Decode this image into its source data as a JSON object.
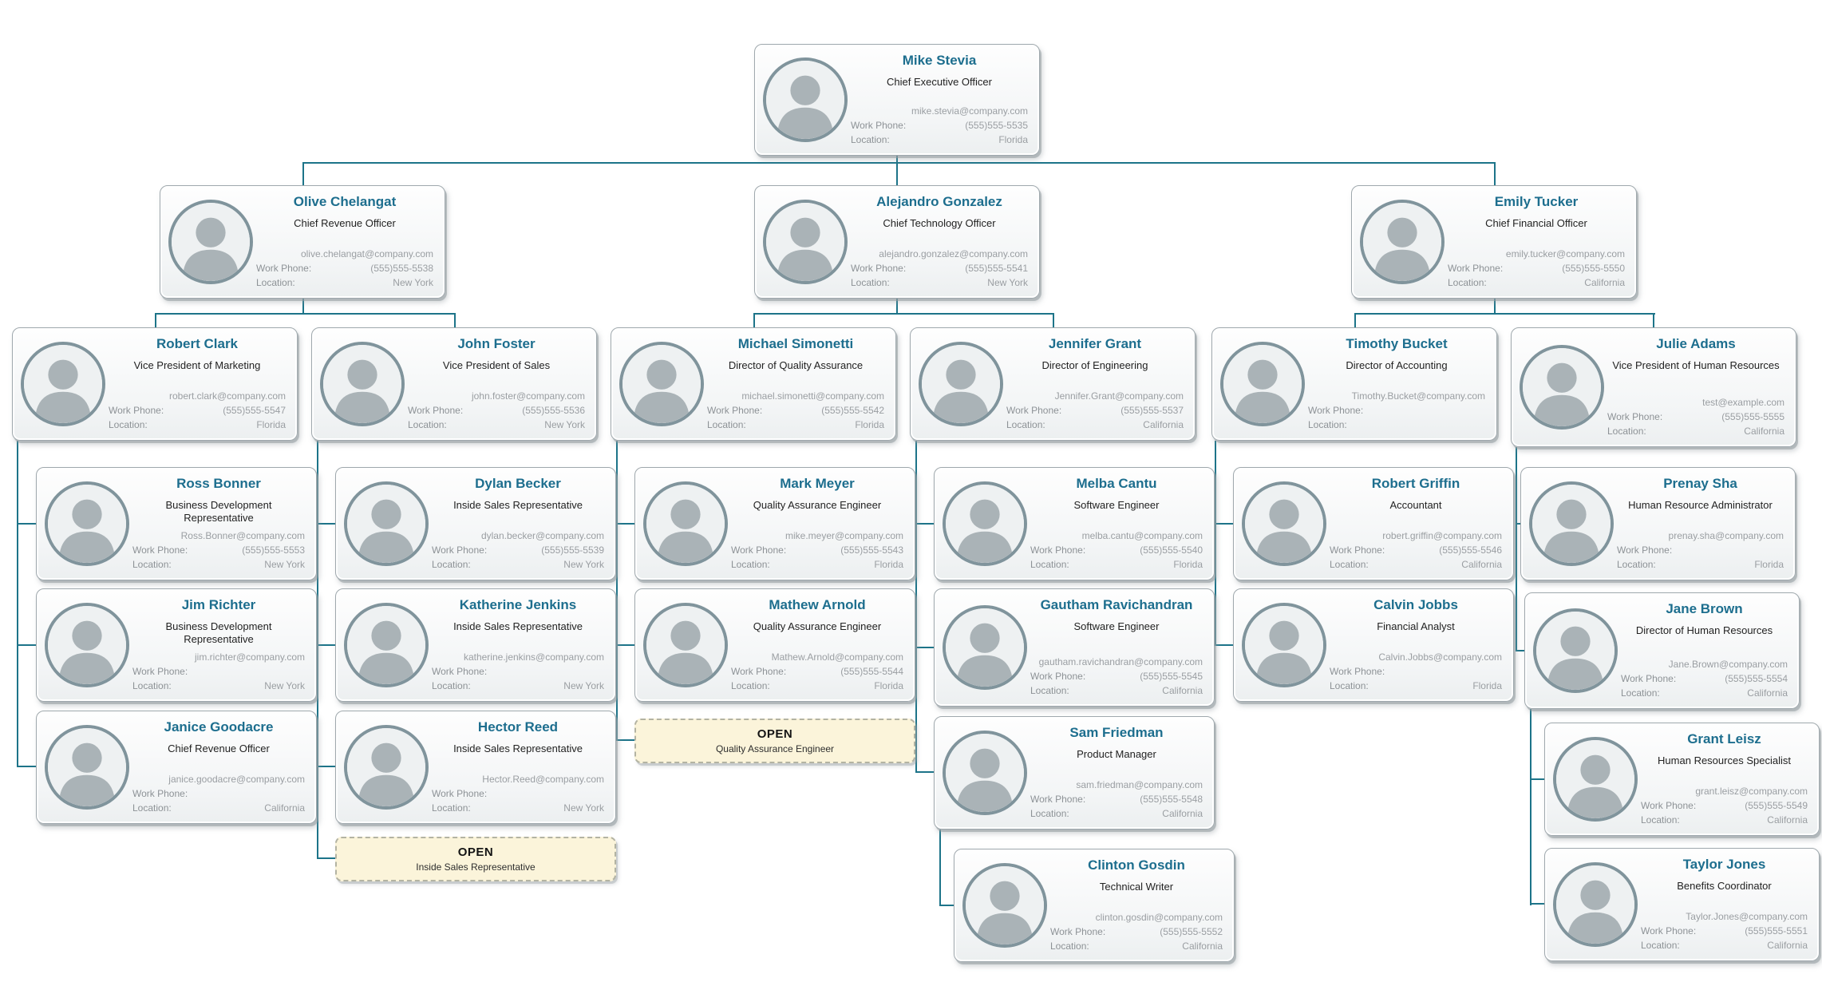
{
  "app": {
    "type": "organization-chart"
  },
  "labels": {
    "work_phone": "Work Phone:",
    "location": "Location:"
  },
  "colors": {
    "name_accent": "#1d6e8e",
    "connector": "#1d7489",
    "open_card_bg": "#fbf4da",
    "card_border": "#9fa8ad",
    "avatar_ring": "#80949c"
  },
  "cards": [
    {
      "id": "ceo",
      "kind": "person",
      "name": "Mike Stevia",
      "title": "Chief Executive Officer",
      "email": "mike.stevia@company.com",
      "work_phone": "(555)555-5535",
      "location": "Florida",
      "reports_to": null
    },
    {
      "id": "olive",
      "kind": "person",
      "name": "Olive Chelangat",
      "title": "Chief Revenue Officer",
      "email": "olive.chelangat@company.com",
      "work_phone": "(555)555-5538",
      "location": "New York",
      "reports_to": "Mike Stevia"
    },
    {
      "id": "alejandro",
      "kind": "person",
      "name": "Alejandro Gonzalez",
      "title": "Chief Technology Officer",
      "email": "alejandro.gonzalez@company.com",
      "work_phone": "(555)555-5541",
      "location": "New York",
      "reports_to": "Mike Stevia"
    },
    {
      "id": "emily",
      "kind": "person",
      "name": "Emily Tucker",
      "title": "Chief Financial Officer",
      "email": "emily.tucker@company.com",
      "work_phone": "(555)555-5550",
      "location": "California",
      "reports_to": "Mike Stevia"
    },
    {
      "id": "robert_clark",
      "kind": "person",
      "name": "Robert Clark",
      "title": "Vice President of Marketing",
      "email": "robert.clark@company.com",
      "work_phone": "(555)555-5547",
      "location": "Florida",
      "reports_to": "Olive Chelangat"
    },
    {
      "id": "john_foster",
      "kind": "person",
      "name": "John Foster",
      "title": "Vice President of Sales",
      "email": "john.foster@company.com",
      "work_phone": "(555)555-5536",
      "location": "New York",
      "reports_to": "Olive Chelangat"
    },
    {
      "id": "michael_simonetti",
      "kind": "person",
      "name": "Michael Simonetti",
      "title": "Director of Quality Assurance",
      "email": "michael.simonetti@company.com",
      "work_phone": "(555)555-5542",
      "location": "Florida",
      "reports_to": "Alejandro Gonzalez"
    },
    {
      "id": "jennifer_grant",
      "kind": "person",
      "name": "Jennifer Grant",
      "title": "Director of Engineering",
      "email": "Jennifer.Grant@company.com",
      "work_phone": "(555)555-5537",
      "location": "California",
      "reports_to": "Alejandro Gonzalez"
    },
    {
      "id": "timothy_bucket",
      "kind": "person",
      "name": "Timothy Bucket",
      "title": "Director of Accounting",
      "email": "Timothy.Bucket@company.com",
      "work_phone": "",
      "location": "",
      "reports_to": "Emily Tucker"
    },
    {
      "id": "julie_adams",
      "kind": "person",
      "name": "Julie Adams",
      "title": "Vice President of Human Resources",
      "email": "test@example.com",
      "work_phone": "(555)555-5555",
      "location": "California",
      "reports_to": "Emily Tucker"
    },
    {
      "id": "ross",
      "kind": "person",
      "name": "Ross Bonner",
      "title": "Business Development Representative",
      "email": "Ross.Bonner@company.com",
      "work_phone": "(555)555-5553",
      "location": "New York",
      "reports_to": "Robert Clark"
    },
    {
      "id": "jim",
      "kind": "person",
      "name": "Jim Richter",
      "title": "Business Development Representative",
      "email": "jim.richter@company.com",
      "work_phone": "",
      "location": "New York",
      "reports_to": "Robert Clark"
    },
    {
      "id": "janice",
      "kind": "person",
      "name": "Janice Goodacre",
      "title": "Chief Revenue Officer",
      "email": "janice.goodacre@company.com",
      "work_phone": "",
      "location": "California",
      "reports_to": "Robert Clark"
    },
    {
      "id": "dylan",
      "kind": "person",
      "name": "Dylan Becker",
      "title": "Inside Sales Representative",
      "email": "dylan.becker@company.com",
      "work_phone": "(555)555-5539",
      "location": "New York",
      "reports_to": "John Foster"
    },
    {
      "id": "katherine",
      "kind": "person",
      "name": "Katherine Jenkins",
      "title": "Inside Sales Representative",
      "email": "katherine.jenkins@company.com",
      "work_phone": "",
      "location": "New York",
      "reports_to": "John Foster"
    },
    {
      "id": "hector",
      "kind": "person",
      "name": "Hector Reed",
      "title": "Inside Sales Representative",
      "email": "Hector.Reed@company.com",
      "work_phone": "",
      "location": "New York",
      "reports_to": "John Foster"
    },
    {
      "id": "open_isr",
      "kind": "open",
      "name": "OPEN",
      "title": "Inside Sales Representative",
      "reports_to": "John Foster"
    },
    {
      "id": "mark",
      "kind": "person",
      "name": "Mark Meyer",
      "title": "Quality Assurance Engineer",
      "email": "mike.meyer@company.com",
      "work_phone": "(555)555-5543",
      "location": "Florida",
      "reports_to": "Michael Simonetti"
    },
    {
      "id": "mathew",
      "kind": "person",
      "name": "Mathew Arnold",
      "title": "Quality Assurance Engineer",
      "email": "Mathew.Arnold@company.com",
      "work_phone": "(555)555-5544",
      "location": "Florida",
      "reports_to": "Michael Simonetti"
    },
    {
      "id": "open_qa",
      "kind": "open",
      "name": "OPEN",
      "title": "Quality Assurance Engineer",
      "reports_to": "Michael Simonetti"
    },
    {
      "id": "melba",
      "kind": "person",
      "name": "Melba Cantu",
      "title": "Software Engineer",
      "email": "melba.cantu@company.com",
      "work_phone": "(555)555-5540",
      "location": "Florida",
      "reports_to": "Jennifer Grant"
    },
    {
      "id": "gautham",
      "kind": "person",
      "name": "Gautham Ravichandran",
      "title": "Software Engineer",
      "email": "gautham.ravichandran@company.com",
      "work_phone": "(555)555-5545",
      "location": "California",
      "reports_to": "Jennifer Grant"
    },
    {
      "id": "sam",
      "kind": "person",
      "name": "Sam Friedman",
      "title": "Product Manager",
      "email": "sam.friedman@company.com",
      "work_phone": "(555)555-5548",
      "location": "California",
      "reports_to": "Jennifer Grant"
    },
    {
      "id": "clinton",
      "kind": "person",
      "name": "Clinton Gosdin",
      "title": "Technical Writer",
      "email": "clinton.gosdin@company.com",
      "work_phone": "(555)555-5552",
      "location": "California",
      "reports_to": "Sam Friedman"
    },
    {
      "id": "robert_griffin",
      "kind": "person",
      "name": "Robert Griffin",
      "title": "Accountant",
      "email": "robert.griffin@company.com",
      "work_phone": "(555)555-5546",
      "location": "California",
      "reports_to": "Timothy Bucket"
    },
    {
      "id": "calvin",
      "kind": "person",
      "name": "Calvin Jobbs",
      "title": "Financial Analyst",
      "email": "Calvin.Jobbs@company.com",
      "work_phone": "",
      "location": "Florida",
      "reports_to": "Timothy Bucket"
    },
    {
      "id": "prenay",
      "kind": "person",
      "name": "Prenay Sha",
      "title": "Human Resource Administrator",
      "email": "prenay.sha@company.com",
      "work_phone": "",
      "location": "Florida",
      "reports_to": "Julie Adams"
    },
    {
      "id": "jane",
      "kind": "person",
      "name": "Jane Brown",
      "title": "Director of Human Resources",
      "email": "Jane.Brown@company.com",
      "work_phone": "(555)555-5554",
      "location": "California",
      "reports_to": "Julie Adams"
    },
    {
      "id": "grant",
      "kind": "person",
      "name": "Grant Leisz",
      "title": "Human Resources Specialist",
      "email": "grant.leisz@company.com",
      "work_phone": "(555)555-5549",
      "location": "California",
      "reports_to": "Jane Brown"
    },
    {
      "id": "taylor",
      "kind": "person",
      "name": "Taylor Jones",
      "title": "Benefits Coordinator",
      "email": "Taylor.Jones@company.com",
      "work_phone": "(555)555-5551",
      "location": "California",
      "reports_to": "Jane Brown"
    }
  ]
}
